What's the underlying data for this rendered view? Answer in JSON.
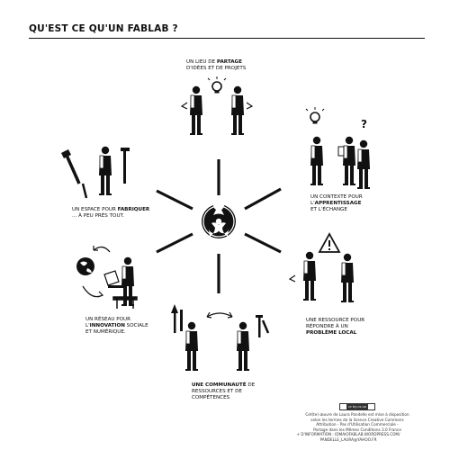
{
  "header": {
    "title": "QU'EST CE QU'UN FABLAB ?"
  },
  "captions": {
    "top": {
      "line1_pre": "UN LIEU DE ",
      "line1_bold": "PARTAGE",
      "line2": "D'IDÉES ET DE PROJETS"
    },
    "right_top": {
      "line1": "UN CONTEXTE POUR",
      "line2_pre": "L'",
      "line2_bold": "APPRENTISSAGE",
      "line3": "ET L'ÉCHANGE"
    },
    "right_bottom": {
      "line1": "UNE RESSOURCE POUR",
      "line2": "RÉPONDRE À UN",
      "line3_bold": "PROBLÈME LOCAL"
    },
    "bottom": {
      "line1_bold": "UNE COMMUNAUTÉ",
      "line1_post": " DE",
      "line2": "RESSOURCES ET DE",
      "line3": "COMPÉTENCES"
    },
    "left_bottom": {
      "line1": "UN RÉSEAU POUR",
      "line2_pre": "L'",
      "line2_bold": "INNOVATION",
      "line2_post": " SOCIALE",
      "line3": "ET NUMÉRIQUE."
    },
    "left_top": {
      "line1_pre": "UN ESPACE POUR ",
      "line1_bold": "FABRIQUER",
      "line2": "... À PEU PRÈS TOUT."
    }
  },
  "icons": {
    "hub": "fablab-logo-icon",
    "idea": "lightbulb-icon",
    "question": "question-mark-icon",
    "warning": "warning-triangle-icon",
    "globe": "globe-icon",
    "laptop": "laptop-icon",
    "tools": "tools-icon"
  },
  "footer": {
    "badge": "cc by-nc-sa",
    "line1": "Cet(te) œuvre de Laura Pandelle est mise à disposition",
    "line2": "selon les termes de la licence Creative Commons",
    "line3": "Attribution - Pas d'Utilisation Commerciale -",
    "line4": "Partage dans les Mêmes Conditions 3.0 France",
    "info1": "+ D'INFORMATION : IDMAIOFABLAB.WORDPRESS.COM/",
    "info2": "PANDELLE_LAURA@YAHOO.FR"
  },
  "colors": {
    "ink": "#111111",
    "paper": "#ffffff"
  }
}
